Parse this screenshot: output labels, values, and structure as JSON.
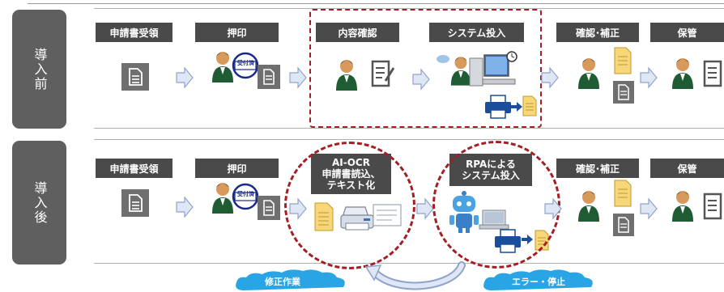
{
  "rows": {
    "before": {
      "label": "導入前"
    },
    "after": {
      "label": "導入後"
    }
  },
  "before_steps": [
    {
      "label": "申請書受領"
    },
    {
      "label": "押印"
    },
    {
      "label": "内容確認"
    },
    {
      "label": "システム投入"
    },
    {
      "label": "確認･補正"
    },
    {
      "label": "保管"
    }
  ],
  "after_steps": [
    {
      "label": "申請書受領"
    },
    {
      "label": "押印"
    },
    {
      "lines": [
        "AI-OCR",
        "申請書読込、",
        "テキスト化"
      ]
    },
    {
      "lines": [
        "RPAによる",
        "システム投入"
      ]
    },
    {
      "label": "確認･補正"
    },
    {
      "label": "保管"
    }
  ],
  "stamp_text": "受付済",
  "clouds": {
    "left": {
      "label": "修正作業"
    },
    "right": {
      "label": "エラー・停止"
    }
  },
  "colors": {
    "row_label_bg": "#5f5f5f",
    "step_header_bg": "#4a4a4a",
    "highlight_red": "#a41f24",
    "arrow_fill": "#dfe7f5",
    "arrow_stroke": "#8ea3cc",
    "cloud_blue": "#29a5e6",
    "doc_yellow": "#f7d77a",
    "doc_grey": "#6f6f6f"
  },
  "icons": [
    "document-icon",
    "person-icon",
    "stamp-icon",
    "checklist-icon",
    "computer-icon",
    "printer-icon",
    "robot-icon",
    "scanner-icon",
    "cloud-icon"
  ]
}
